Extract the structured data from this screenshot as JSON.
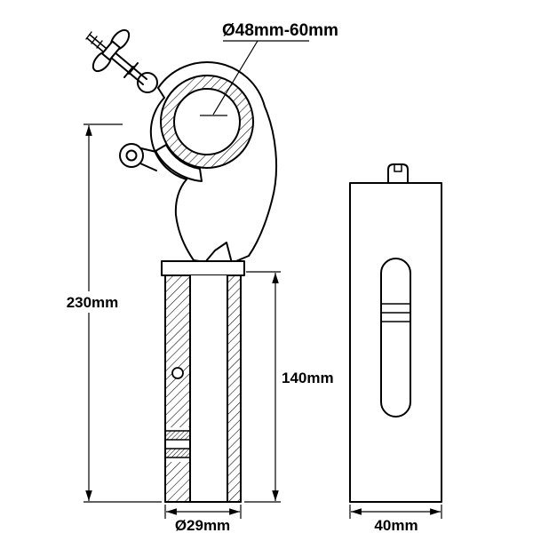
{
  "drawing": {
    "background_color": "#ffffff",
    "line_color": "#000000",
    "labels": {
      "clamp_range": "Ø48mm-60mm",
      "overall_height": "230mm",
      "spigot_length": "140mm",
      "spigot_diameter": "Ø29mm",
      "side_width": "40mm"
    }
  }
}
